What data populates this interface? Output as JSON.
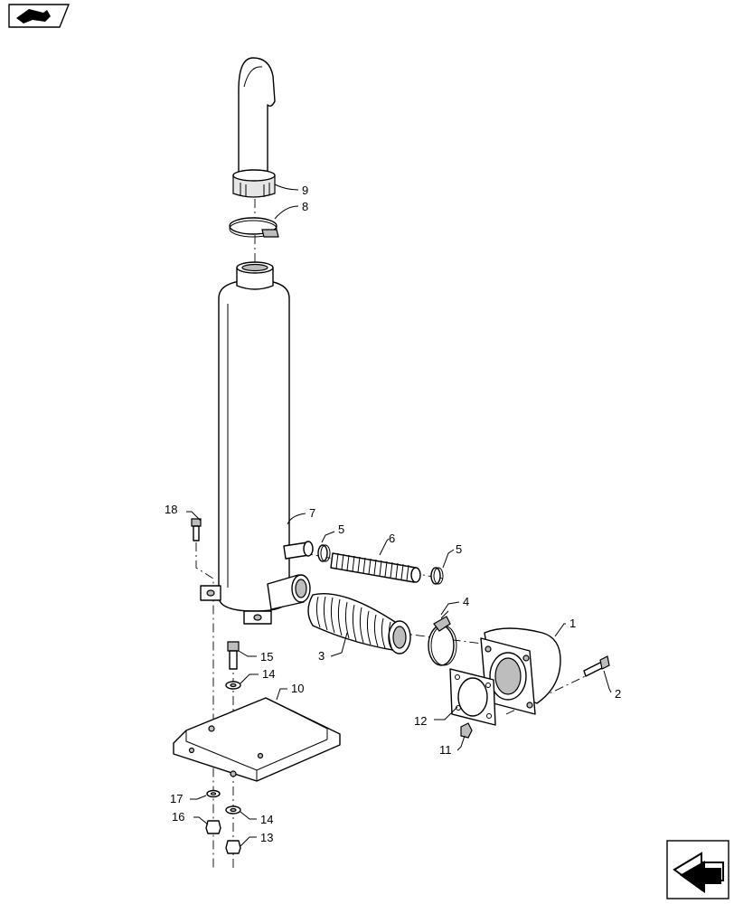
{
  "icons": {
    "top_left": "book-arrow-icon",
    "bottom_right": "next-page-arrow-icon"
  },
  "callouts": {
    "c1": "1",
    "c2": "2",
    "c3": "3",
    "c4": "4",
    "c5a": "5",
    "c5b": "5",
    "c6": "6",
    "c7": "7",
    "c8": "8",
    "c9": "9",
    "c10": "10",
    "c11": "11",
    "c12": "12",
    "c13": "13",
    "c14a": "14",
    "c14b": "14",
    "c15": "15",
    "c16": "16",
    "c17": "17",
    "c18": "18"
  }
}
